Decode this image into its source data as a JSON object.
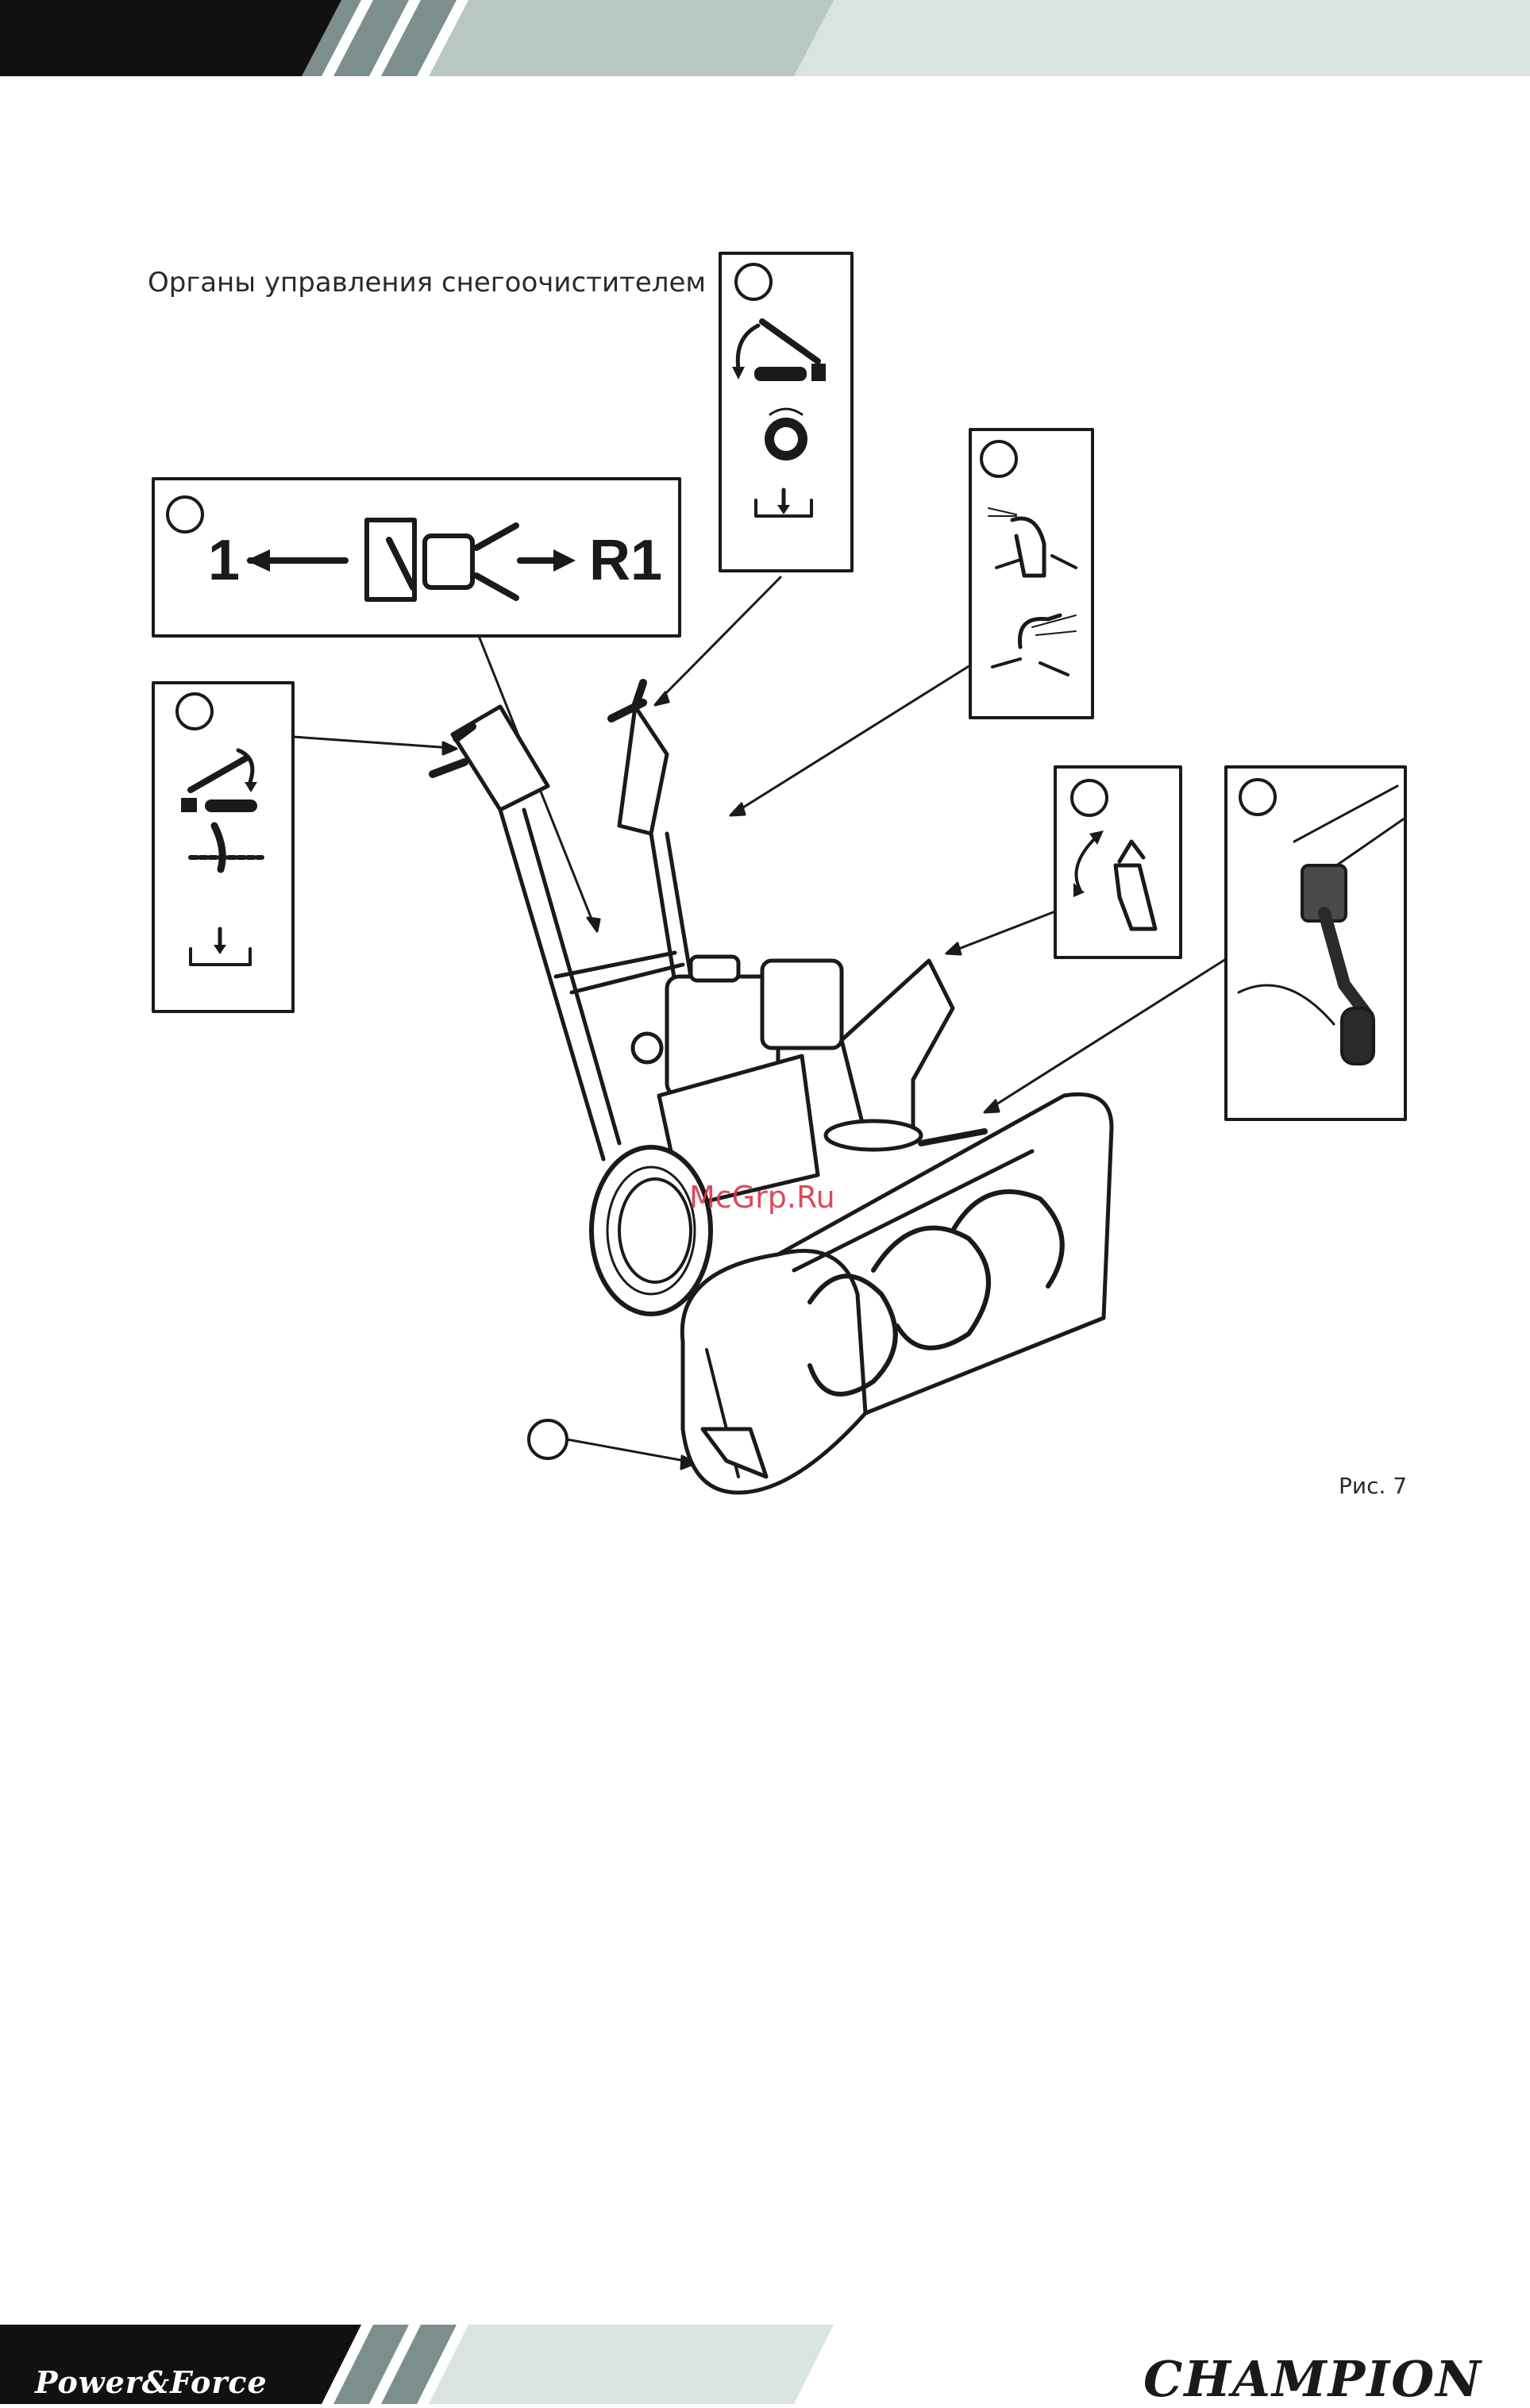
{
  "page": {
    "title": "Органы управления снегоочистителем",
    "figure_caption": "Рис. 7",
    "watermark": "McGrp.Ru"
  },
  "panels": {
    "gear_selector": {
      "forward_label": "1",
      "reverse_label": "R1"
    }
  },
  "footer": {
    "left_brand": "Power&Force",
    "right_brand": "CHAMPION"
  },
  "colors": {
    "header_dark": "#111111",
    "header_mid": "#7d8f8c",
    "header_light": "#b9c7c4",
    "header_pale": "#d9e3e0",
    "watermark": "#d9364b",
    "line": "#1a1a1a"
  }
}
